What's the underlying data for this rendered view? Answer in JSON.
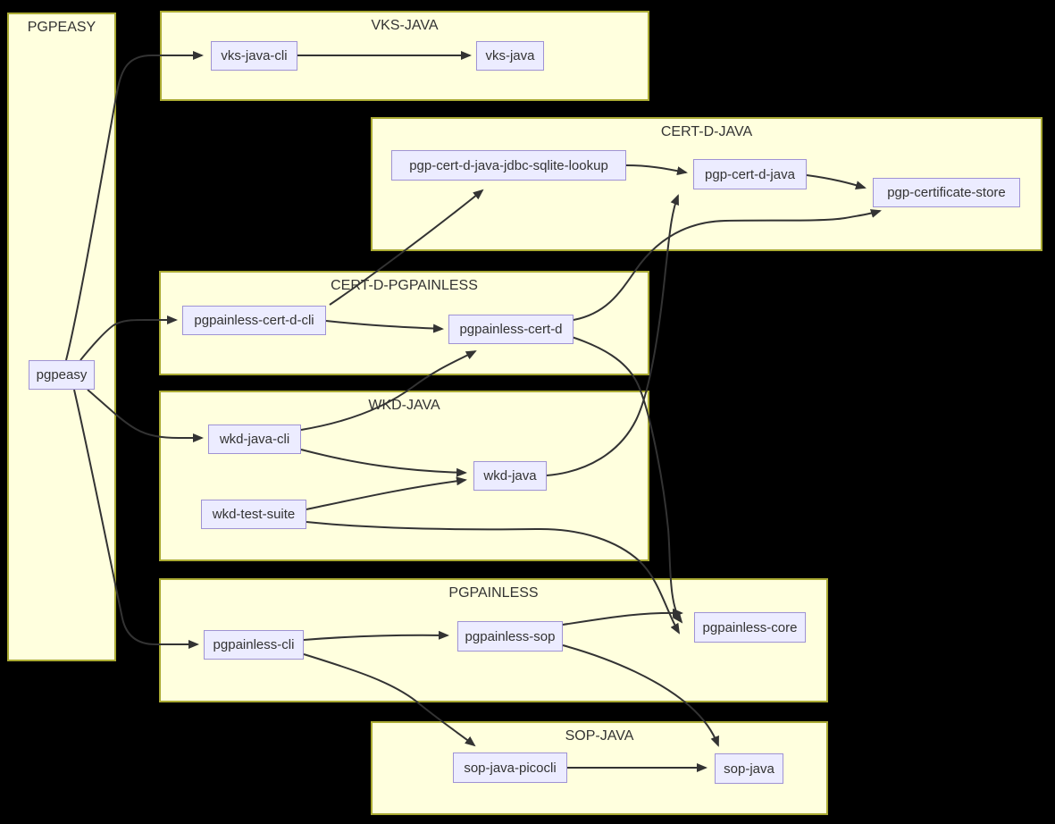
{
  "diagram": {
    "title": "pgpainless ecosystem module dependency diagram",
    "colors": {
      "background": "#000000",
      "subgraph_fill": "#ffffde",
      "subgraph_border": "#aaaa33",
      "node_fill": "#ECECFF",
      "node_border": "#9f93d4",
      "edge": "#333333",
      "text": "#333333"
    }
  },
  "subgraphs": [
    {
      "id": "pgpeasy-group",
      "title": "PGPEASY"
    },
    {
      "id": "vks-java-group",
      "title": "VKS-JAVA"
    },
    {
      "id": "cert-d-java-group",
      "title": "CERT-D-JAVA"
    },
    {
      "id": "cert-d-pgpainless-group",
      "title": "CERT-D-PGPAINLESS"
    },
    {
      "id": "wkd-java-group",
      "title": "WKD-JAVA"
    },
    {
      "id": "pgpainless-group",
      "title": "PGPAINLESS"
    },
    {
      "id": "sop-java-group",
      "title": "SOP-JAVA"
    }
  ],
  "nodes": [
    {
      "id": "pgpeasy",
      "label": "pgpeasy"
    },
    {
      "id": "vks-java-cli",
      "label": "vks-java-cli"
    },
    {
      "id": "vks-java",
      "label": "vks-java"
    },
    {
      "id": "pgp-cert-d-java-jdbc-sqlite-lookup",
      "label": "pgp-cert-d-java-jdbc-sqlite-lookup"
    },
    {
      "id": "pgp-cert-d-java",
      "label": "pgp-cert-d-java"
    },
    {
      "id": "pgp-certificate-store",
      "label": "pgp-certificate-store"
    },
    {
      "id": "pgpainless-cert-d-cli",
      "label": "pgpainless-cert-d-cli"
    },
    {
      "id": "pgpainless-cert-d",
      "label": "pgpainless-cert-d"
    },
    {
      "id": "wkd-java-cli",
      "label": "wkd-java-cli"
    },
    {
      "id": "wkd-java",
      "label": "wkd-java"
    },
    {
      "id": "wkd-test-suite",
      "label": "wkd-test-suite"
    },
    {
      "id": "pgpainless-cli",
      "label": "pgpainless-cli"
    },
    {
      "id": "pgpainless-sop",
      "label": "pgpainless-sop"
    },
    {
      "id": "pgpainless-core",
      "label": "pgpainless-core"
    },
    {
      "id": "sop-java-picocli",
      "label": "sop-java-picocli"
    },
    {
      "id": "sop-java",
      "label": "sop-java"
    }
  ],
  "edges": [
    {
      "from": "pgpeasy",
      "to": "vks-java-cli"
    },
    {
      "from": "pgpeasy",
      "to": "pgpainless-cert-d-cli"
    },
    {
      "from": "pgpeasy",
      "to": "wkd-java-cli"
    },
    {
      "from": "pgpeasy",
      "to": "pgpainless-cli"
    },
    {
      "from": "vks-java-cli",
      "to": "vks-java"
    },
    {
      "from": "pgpainless-cert-d-cli",
      "to": "pgp-cert-d-java-jdbc-sqlite-lookup"
    },
    {
      "from": "pgpainless-cert-d-cli",
      "to": "pgpainless-cert-d"
    },
    {
      "from": "pgp-cert-d-java-jdbc-sqlite-lookup",
      "to": "pgp-cert-d-java"
    },
    {
      "from": "pgp-cert-d-java",
      "to": "pgp-certificate-store"
    },
    {
      "from": "pgpainless-cert-d",
      "to": "pgp-certificate-store"
    },
    {
      "from": "pgpainless-cert-d",
      "to": "pgpainless-core"
    },
    {
      "from": "wkd-java-cli",
      "to": "wkd-java"
    },
    {
      "from": "wkd-java-cli",
      "to": "pgpainless-cert-d"
    },
    {
      "from": "wkd-java",
      "to": "pgp-cert-d-java"
    },
    {
      "from": "wkd-test-suite",
      "to": "wkd-java"
    },
    {
      "from": "wkd-test-suite",
      "to": "pgpainless-core"
    },
    {
      "from": "pgpainless-cli",
      "to": "pgpainless-sop"
    },
    {
      "from": "pgpainless-cli",
      "to": "sop-java-picocli"
    },
    {
      "from": "pgpainless-sop",
      "to": "pgpainless-core"
    },
    {
      "from": "pgpainless-sop",
      "to": "sop-java"
    },
    {
      "from": "sop-java-picocli",
      "to": "sop-java"
    }
  ]
}
